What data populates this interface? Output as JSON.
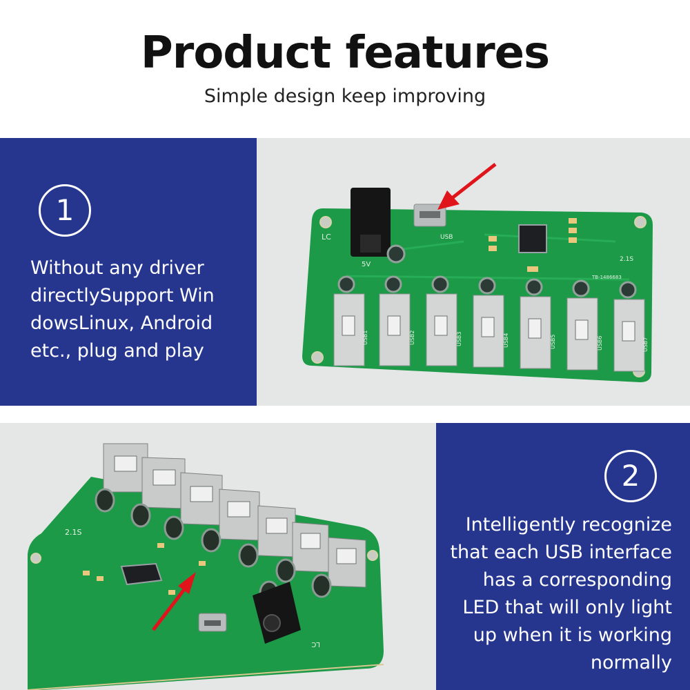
{
  "header": {
    "title": "Product features",
    "subtitle": "Simple design keep improving"
  },
  "feature1": {
    "number": "1",
    "lines": [
      "Without any driver",
      "directlySupport Win",
      "dowsLinux, Android",
      "etc., plug and play"
    ]
  },
  "feature2": {
    "number": "2",
    "lines": [
      "Intelligently recognize",
      "that each USB interface",
      "has a corresponding",
      "LED that will only light",
      "up when it is working",
      "normally"
    ]
  },
  "board": {
    "brand_mark": "LC",
    "power_label": "5V",
    "usb_label": "USB",
    "usb_port_labels": [
      "USB1",
      "USB2",
      "USB3",
      "USB4",
      "USB5",
      "USB6",
      "USB7"
    ],
    "serial_code": "TB-1486683",
    "version_mark": "2.1S"
  },
  "colors": {
    "panel_blue": "#26368f",
    "pcb_green": "#1c9a48",
    "arrow_red": "#e0141b"
  }
}
